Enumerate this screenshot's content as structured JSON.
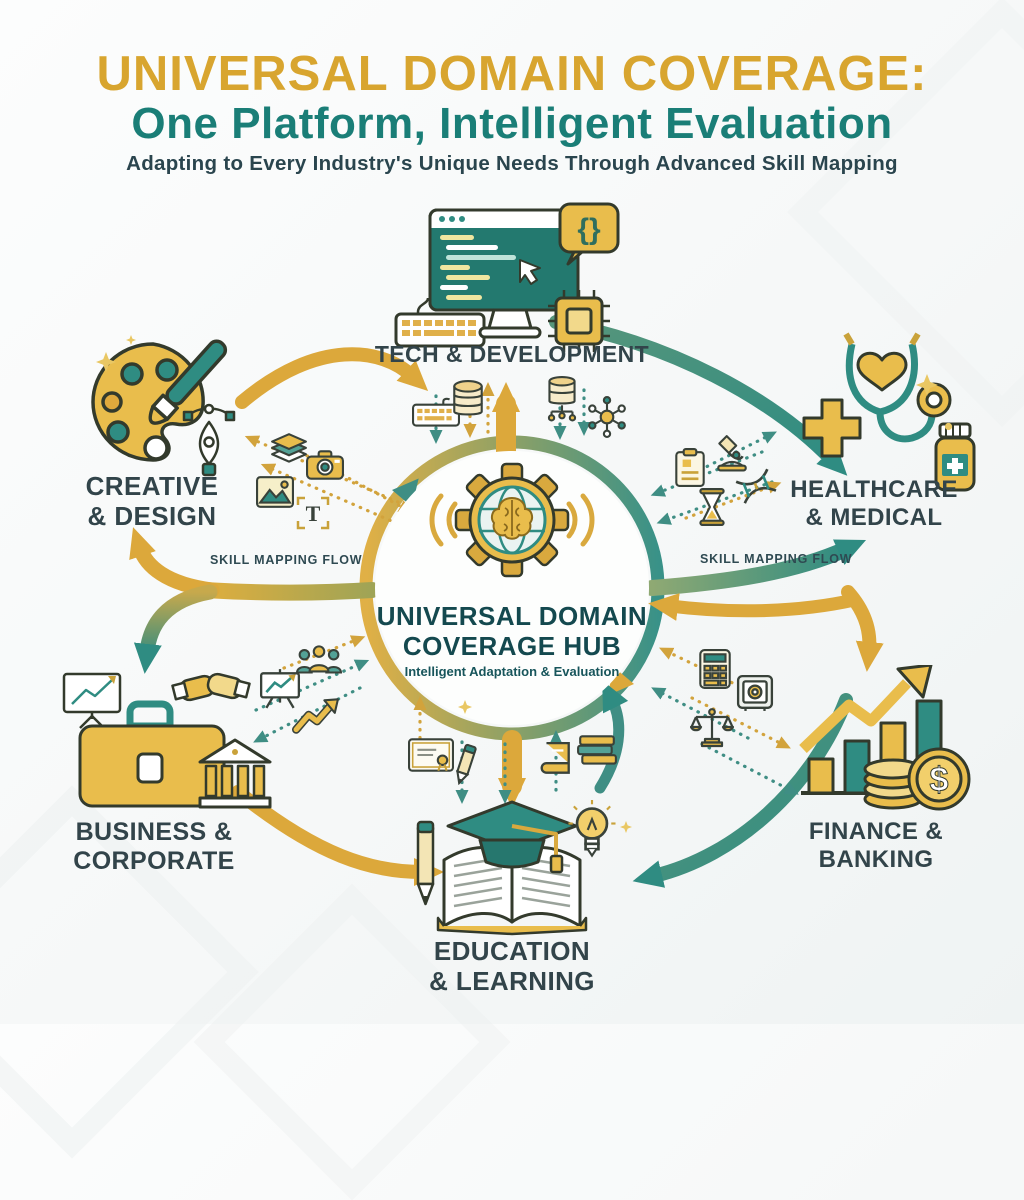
{
  "header": {
    "title_line1": "UNIVERSAL DOMAIN COVERAGE:",
    "title_line2": "One Platform, Intelligent Evaluation",
    "subtitle": "Adapting to Every Industry's Unique Needs Through Advanced Skill Mapping"
  },
  "hub": {
    "icon": "gear-globe-brain-icon",
    "title_line1": "UNIVERSAL DOMAIN",
    "title_line2": "COVERAGE HUB",
    "subtitle": "Intelligent Adaptation & Evaluation"
  },
  "flow_labels": {
    "left": "SKILL MAPPING FLOW",
    "right": "SKILL MAPPING FLOW"
  },
  "domains": [
    {
      "id": "tech",
      "label": "TECH & DEVELOPMENT",
      "icon": "computer-code-icon"
    },
    {
      "id": "creative",
      "label_line1": "CREATIVE",
      "label_line2": "& DESIGN",
      "icon": "palette-brush-icon"
    },
    {
      "id": "healthcare",
      "label_line1": "HEALTHCARE",
      "label_line2": "& MEDICAL",
      "icon": "stethoscope-medical-icon"
    },
    {
      "id": "business",
      "label_line1": "BUSINESS &",
      "label_line2": "CORPORATE",
      "icon": "briefcase-bank-icon"
    },
    {
      "id": "finance",
      "label_line1": "FINANCE &",
      "label_line2": "BANKING",
      "icon": "growth-chart-coins-icon"
    },
    {
      "id": "education",
      "label_line1": "EDUCATION",
      "label_line2": "& LEARNING",
      "icon": "graduation-book-icon"
    }
  ],
  "icon_glyphs": {
    "braces": "{}",
    "text_tool": "T",
    "dollar": "$"
  },
  "mini_icons": {
    "creative_flow": [
      "layers-icon",
      "camera-icon",
      "image-icon",
      "text-tool-icon"
    ],
    "tech_flow": [
      "keyboard-icon",
      "database-icon",
      "database-network-icon",
      "network-hub-icon"
    ],
    "healthcare_flow": [
      "clipboard-icon",
      "microscope-icon",
      "dna-icon",
      "hourglass-icon"
    ],
    "business_flow": [
      "presentation-chart-icon",
      "team-icon",
      "growth-arrow-icon"
    ],
    "finance_flow": [
      "calculator-icon",
      "safe-icon",
      "scales-icon"
    ],
    "education_flow": [
      "certificate-icon",
      "pencil-icon",
      "book-icon",
      "books-stack-icon",
      "lightbulb-icon"
    ]
  },
  "colors": {
    "gold": "#DFAC3C",
    "teal": "#2F8C82",
    "title_gold": "#D8A52F",
    "title_teal": "#1A7E77",
    "label_text": "#32444A",
    "hub_text": "#14494F"
  }
}
